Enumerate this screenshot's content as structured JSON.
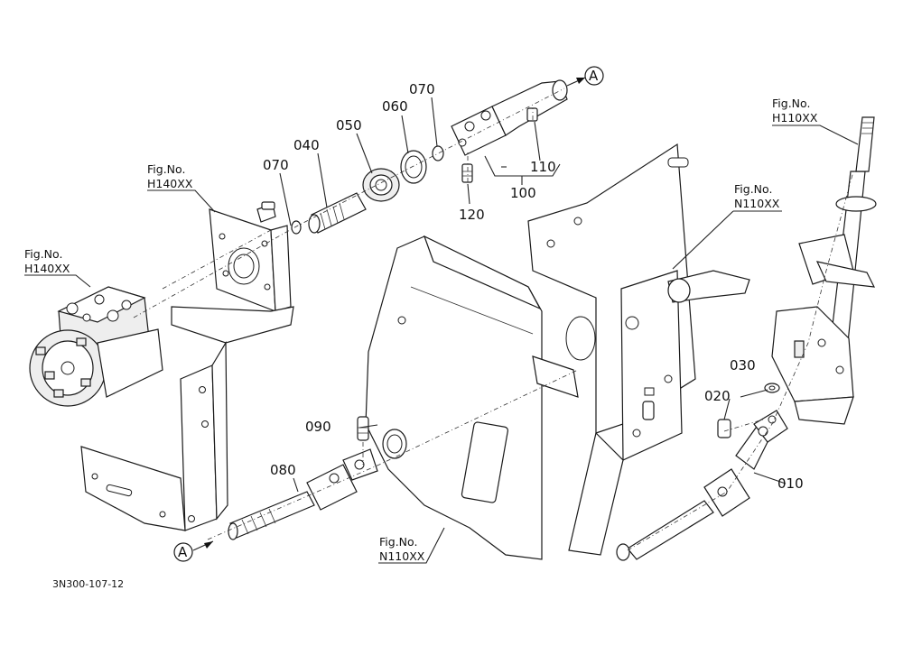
{
  "diagram": {
    "drawing_code": "3N300-107-12",
    "callouts": [
      {
        "id": "010",
        "text": "010"
      },
      {
        "id": "020",
        "text": "020"
      },
      {
        "id": "030",
        "text": "030"
      },
      {
        "id": "040",
        "text": "040"
      },
      {
        "id": "050",
        "text": "050"
      },
      {
        "id": "060",
        "text": "060"
      },
      {
        "id": "070a",
        "text": "070"
      },
      {
        "id": "070b",
        "text": "070"
      },
      {
        "id": "080",
        "text": "080"
      },
      {
        "id": "090",
        "text": "090"
      },
      {
        "id": "100",
        "text": "100"
      },
      {
        "id": "110",
        "text": "110"
      },
      {
        "id": "120",
        "text": "120"
      }
    ],
    "fig_refs": [
      {
        "line1": "Fig.No.",
        "line2": "H140XX"
      },
      {
        "line1": "Fig.No.",
        "line2": "H140XX"
      },
      {
        "line1": "Fig.No.",
        "line2": "N110XX"
      },
      {
        "line1": "Fig.No.",
        "line2": "N110XX"
      },
      {
        "line1": "Fig.No.",
        "line2": "H110XX"
      }
    ],
    "connectors": [
      {
        "text": "A"
      },
      {
        "text": "A"
      }
    ]
  }
}
